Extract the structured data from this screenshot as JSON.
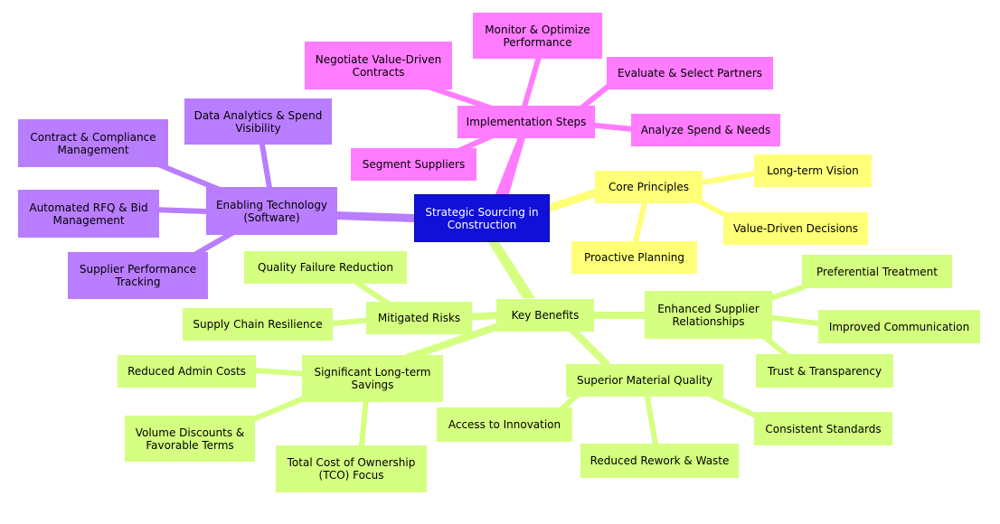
{
  "root": {
    "label": "Strategic Sourcing in Construction"
  },
  "colors": {
    "root": "#1010d8",
    "implementation": "#ff7bff",
    "principles": "#ffff78",
    "technology": "#b97dff",
    "benefits": "#d4ff80"
  },
  "implementation": {
    "label": "Implementation Steps",
    "children": [
      "Monitor & Optimize Performance",
      "Negotiate Value-Driven Contracts",
      "Evaluate & Select Partners",
      "Analyze Spend & Needs",
      "Segment Suppliers"
    ]
  },
  "principles": {
    "label": "Core Principles",
    "children": [
      "Long-term Vision",
      "Value-Driven Decisions",
      "Proactive Planning"
    ]
  },
  "technology": {
    "label": "Enabling Technology (Software)",
    "children": [
      "Data Analytics & Spend Visibility",
      "Contract & Compliance Management",
      "Automated RFQ & Bid Management",
      "Supplier Performance Tracking"
    ]
  },
  "benefits": {
    "label": "Key Benefits",
    "mitigated": {
      "label": "Mitigated Risks",
      "children": [
        "Quality Failure Reduction",
        "Supply Chain Resilience"
      ]
    },
    "savings": {
      "label": "Significant Long-term Savings",
      "children": [
        "Reduced Admin Costs",
        "Volume Discounts & Favorable Terms",
        "Total Cost of Ownership (TCO) Focus"
      ]
    },
    "quality": {
      "label": "Superior Material Quality",
      "children": [
        "Access to Innovation",
        "Reduced Rework & Waste",
        "Consistent Standards"
      ]
    },
    "relationships": {
      "label": "Enhanced Supplier Relationships",
      "children": [
        "Preferential Treatment",
        "Improved Communication",
        "Trust & Transparency"
      ]
    }
  }
}
